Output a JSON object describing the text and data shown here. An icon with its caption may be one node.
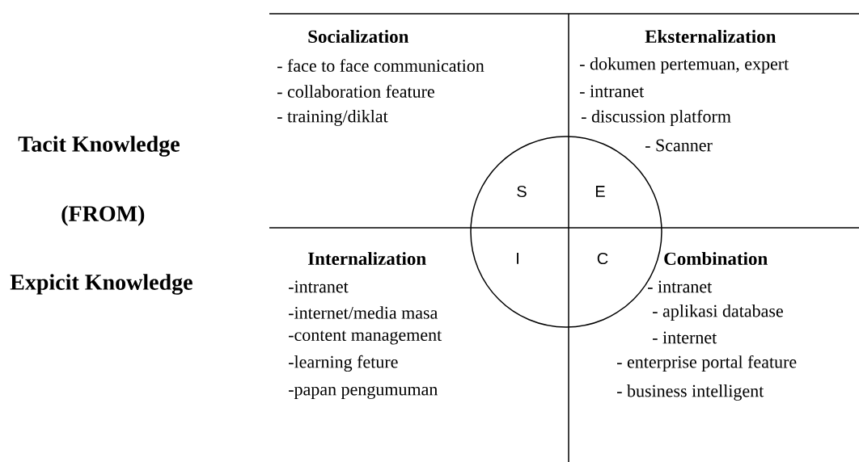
{
  "diagram": {
    "nodes": [
      {
        "text": [
          "S",
          "E",
          "I",
          "C"
        ]
      }
    ],
    "labels": [
      "Socialization",
      "- face to face communication",
      "- collaboration feature",
      "- training/diklat",
      "Eksternalization",
      "- dokumen pertemuan, expert",
      "- intranet",
      "- discussion platform",
      "- Scanner",
      "Tacit Knowledge",
      "(FROM)",
      "Expicit Knowledge",
      "Internalization",
      "-intranet",
      "-internet/media masa",
      "-content management",
      "-learning feture",
      "-papan pengumuman",
      "Combination",
      "- intranet",
      "- aplikasi database",
      "- internet",
      "- enterprise portal feature",
      "- business intelligent"
    ]
  }
}
